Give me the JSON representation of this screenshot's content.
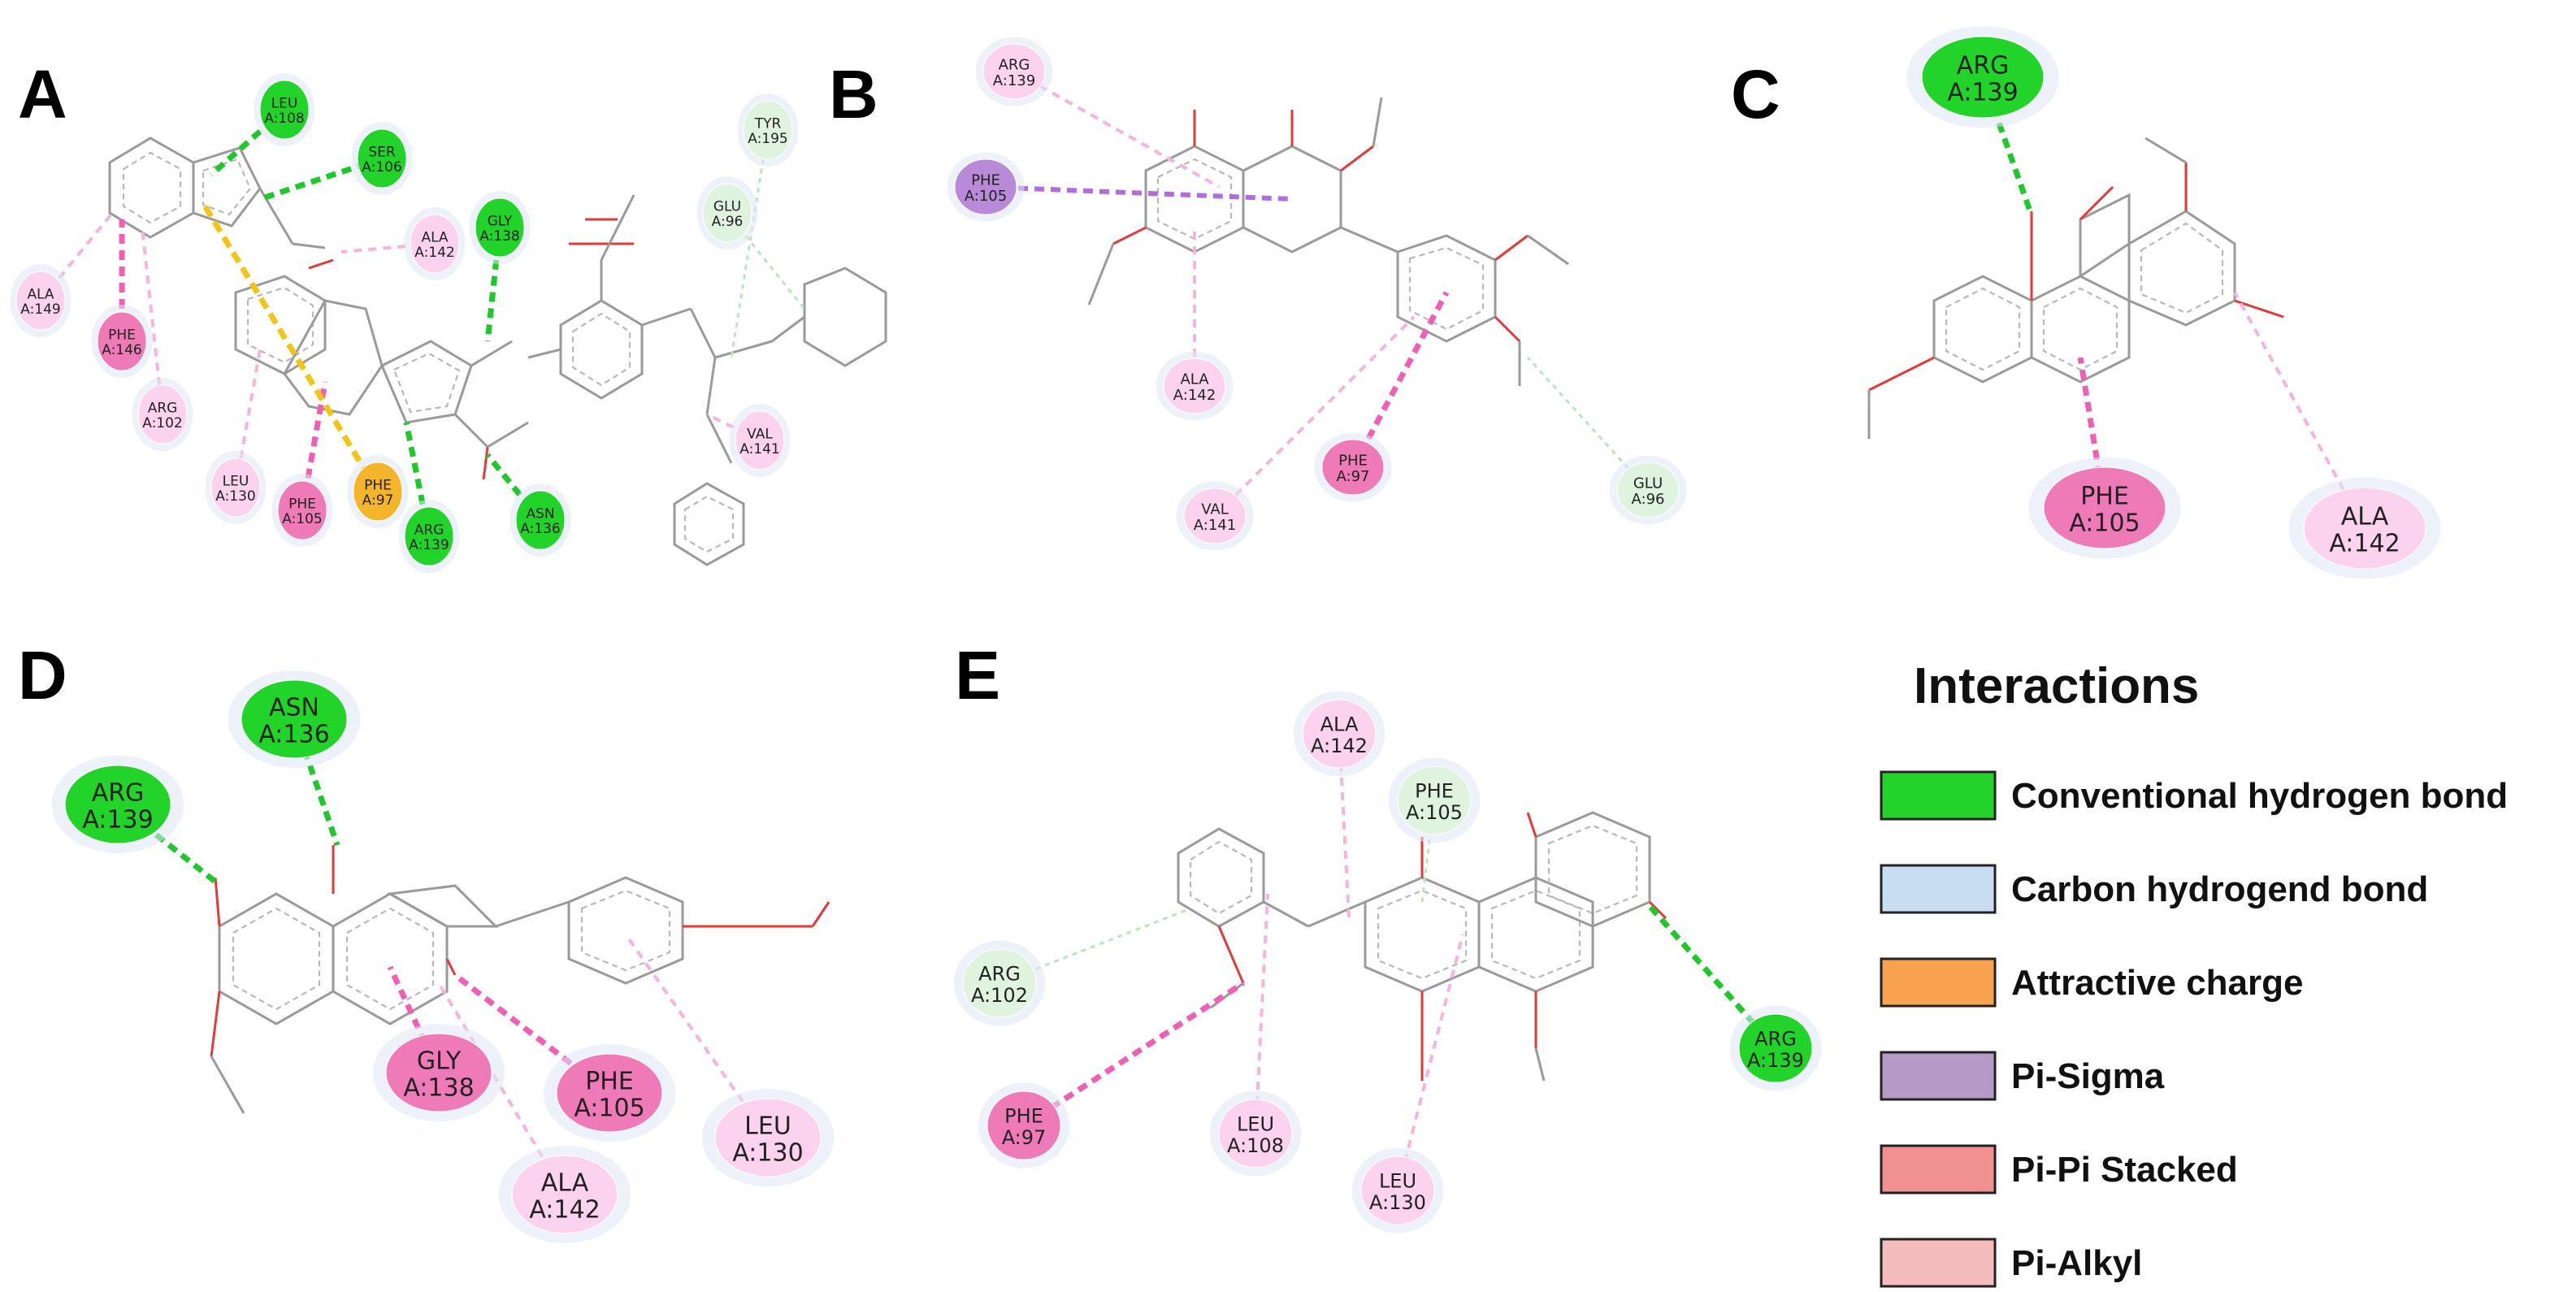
{
  "panels": [
    {
      "letter": "A",
      "residues": [
        {
          "label": [
            "LEU",
            "A:108"
          ],
          "type": "conventional_hbond"
        },
        {
          "label": [
            "SER",
            "A:106"
          ],
          "type": "conventional_hbond"
        },
        {
          "label": [
            "GLY",
            "A:138"
          ],
          "type": "conventional_hbond"
        },
        {
          "label": [
            "ASN",
            "A:136"
          ],
          "type": "conventional_hbond"
        },
        {
          "label": [
            "ARG",
            "A:139"
          ],
          "type": "conventional_hbond"
        },
        {
          "label": [
            "TYR",
            "A:195"
          ],
          "type": "carbon_hbond"
        },
        {
          "label": [
            "GLU",
            "A:96"
          ],
          "type": "carbon_hbond"
        },
        {
          "label": [
            "ALA",
            "A:142"
          ],
          "type": "pi_alkyl"
        },
        {
          "label": [
            "ALA",
            "A:149"
          ],
          "type": "pi_alkyl"
        },
        {
          "label": [
            "PHE",
            "A:146"
          ],
          "type": "pi_pi_stacked"
        },
        {
          "label": [
            "ARG",
            "A:102"
          ],
          "type": "pi_alkyl"
        },
        {
          "label": [
            "LEU",
            "A:130"
          ],
          "type": "pi_alkyl"
        },
        {
          "label": [
            "PHE",
            "A:105"
          ],
          "type": "pi_pi_stacked"
        },
        {
          "label": [
            "PHE",
            "A:97"
          ],
          "type": "attractive_charge"
        },
        {
          "label": [
            "VAL",
            "A:141"
          ],
          "type": "pi_alkyl"
        }
      ]
    },
    {
      "letter": "B",
      "residues": [
        {
          "label": [
            "ARG",
            "A:139"
          ],
          "type": "pi_alkyl"
        },
        {
          "label": [
            "PHE",
            "A:105"
          ],
          "type": "pi_sigma"
        },
        {
          "label": [
            "ALA",
            "A:142"
          ],
          "type": "pi_alkyl"
        },
        {
          "label": [
            "PHE",
            "A:97"
          ],
          "type": "pi_pi_stacked"
        },
        {
          "label": [
            "VAL",
            "A:141"
          ],
          "type": "pi_alkyl"
        },
        {
          "label": [
            "GLU",
            "A:96"
          ],
          "type": "carbon_hbond"
        }
      ]
    },
    {
      "letter": "C",
      "residues": [
        {
          "label": [
            "ARG",
            "A:139"
          ],
          "type": "conventional_hbond"
        },
        {
          "label": [
            "PHE",
            "A:105"
          ],
          "type": "pi_pi_stacked"
        },
        {
          "label": [
            "ALA",
            "A:142"
          ],
          "type": "pi_alkyl"
        }
      ]
    },
    {
      "letter": "D",
      "residues": [
        {
          "label": [
            "ASN",
            "A:136"
          ],
          "type": "conventional_hbond"
        },
        {
          "label": [
            "ARG",
            "A:139"
          ],
          "type": "conventional_hbond"
        },
        {
          "label": [
            "GLY",
            "A:138"
          ],
          "type": "pi_pi_stacked"
        },
        {
          "label": [
            "PHE",
            "A:105"
          ],
          "type": "pi_pi_stacked"
        },
        {
          "label": [
            "LEU",
            "A:130"
          ],
          "type": "pi_alkyl"
        },
        {
          "label": [
            "ALA",
            "A:142"
          ],
          "type": "pi_alkyl"
        }
      ]
    },
    {
      "letter": "E",
      "residues": [
        {
          "label": [
            "ALA",
            "A:142"
          ],
          "type": "pi_alkyl"
        },
        {
          "label": [
            "PHE",
            "A:105"
          ],
          "type": "carbon_hbond"
        },
        {
          "label": [
            "ARG",
            "A:102"
          ],
          "type": "carbon_hbond"
        },
        {
          "label": [
            "ARG",
            "A:139"
          ],
          "type": "conventional_hbond"
        },
        {
          "label": [
            "PHE",
            "A:97"
          ],
          "type": "pi_pi_stacked"
        },
        {
          "label": [
            "LEU",
            "A:108"
          ],
          "type": "pi_alkyl"
        },
        {
          "label": [
            "LEU",
            "A:130"
          ],
          "type": "pi_alkyl"
        }
      ]
    }
  ],
  "legend": {
    "title": "Interactions",
    "items": [
      {
        "label": "Conventional hydrogen bond",
        "type": "conventional_hbond"
      },
      {
        "label": "Carbon hydrogend bond",
        "type": "carbon_hbond"
      },
      {
        "label": "Attractive charge",
        "type": "attractive_charge"
      },
      {
        "label": "Pi-Sigma",
        "type": "pi_sigma"
      },
      {
        "label": "Pi-Pi Stacked",
        "type": "pi_pi_stacked"
      },
      {
        "label": "Pi-Alkyl",
        "type": "pi_alkyl"
      }
    ]
  },
  "colors": {
    "conventional_hbond": "#22d32a",
    "carbon_hbond": "#c8ddf2",
    "attractive_charge": "#f7a24f",
    "pi_sigma": "#b59ac8",
    "pi_pi_stacked": "#f09090",
    "pi_alkyl": "#f4bcbc",
    "node_conventional_hbond": "#22d32a",
    "node_carbon_hbond": "#dff3df",
    "node_attractive_charge": "#f5b52a",
    "node_pi_sigma": "#b98ad8",
    "node_pi_pi_stacked": "#ef7ab8",
    "node_pi_alkyl": "#fbd3ef",
    "line_conventional_hbond": "#1ec82a",
    "line_carbon_hbond": "#b9e6c0",
    "line_attractive_charge": "#f2c418",
    "line_pi_sigma": "#b36be0",
    "line_pi_pi_stacked": "#f05fb4",
    "line_pi_alkyl": "#f6b3dd"
  }
}
